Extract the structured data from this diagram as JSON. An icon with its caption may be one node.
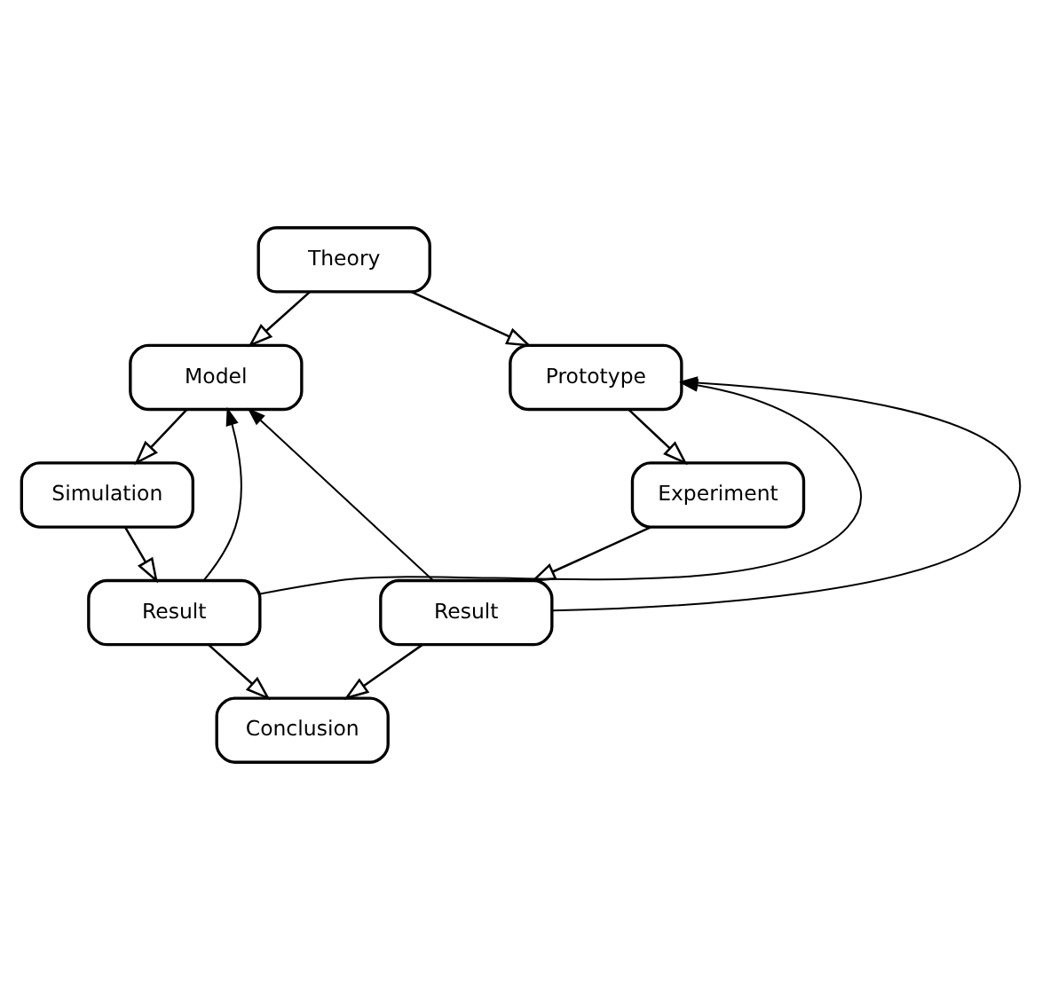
{
  "diagram": {
    "nodes": [
      {
        "text": [
          "Theory"
        ]
      },
      {
        "text": [
          "Model"
        ]
      },
      {
        "text": [
          "Prototype"
        ]
      },
      {
        "text": [
          "Simulation"
        ]
      },
      {
        "text": [
          "Experiment"
        ]
      },
      {
        "text": [
          "Result"
        ]
      },
      {
        "text": [
          "Result"
        ]
      },
      {
        "text": [
          "Conclusion"
        ]
      }
    ],
    "edges": [
      {
        "from": 0,
        "to": 1,
        "arrow": "to"
      },
      {
        "from": 0,
        "to": 2,
        "arrow": "to"
      },
      {
        "from": 1,
        "to": 3,
        "arrow": "to"
      },
      {
        "from": 3,
        "to": 5,
        "arrow": "to"
      },
      {
        "from": 2,
        "to": 4,
        "arrow": "to"
      },
      {
        "from": 4,
        "to": 6,
        "arrow": "to"
      },
      {
        "from": 5,
        "to": 7,
        "arrow": "to"
      },
      {
        "from": 6,
        "to": 7,
        "arrow": "to"
      },
      {
        "from": 5,
        "to": 1,
        "arrow": "to"
      },
      {
        "from": 5,
        "to": 2,
        "arrow": "to"
      },
      {
        "from": 6,
        "to": 1,
        "arrow": "to"
      },
      {
        "from": 6,
        "to": 2,
        "arrow": "to"
      }
    ]
  }
}
